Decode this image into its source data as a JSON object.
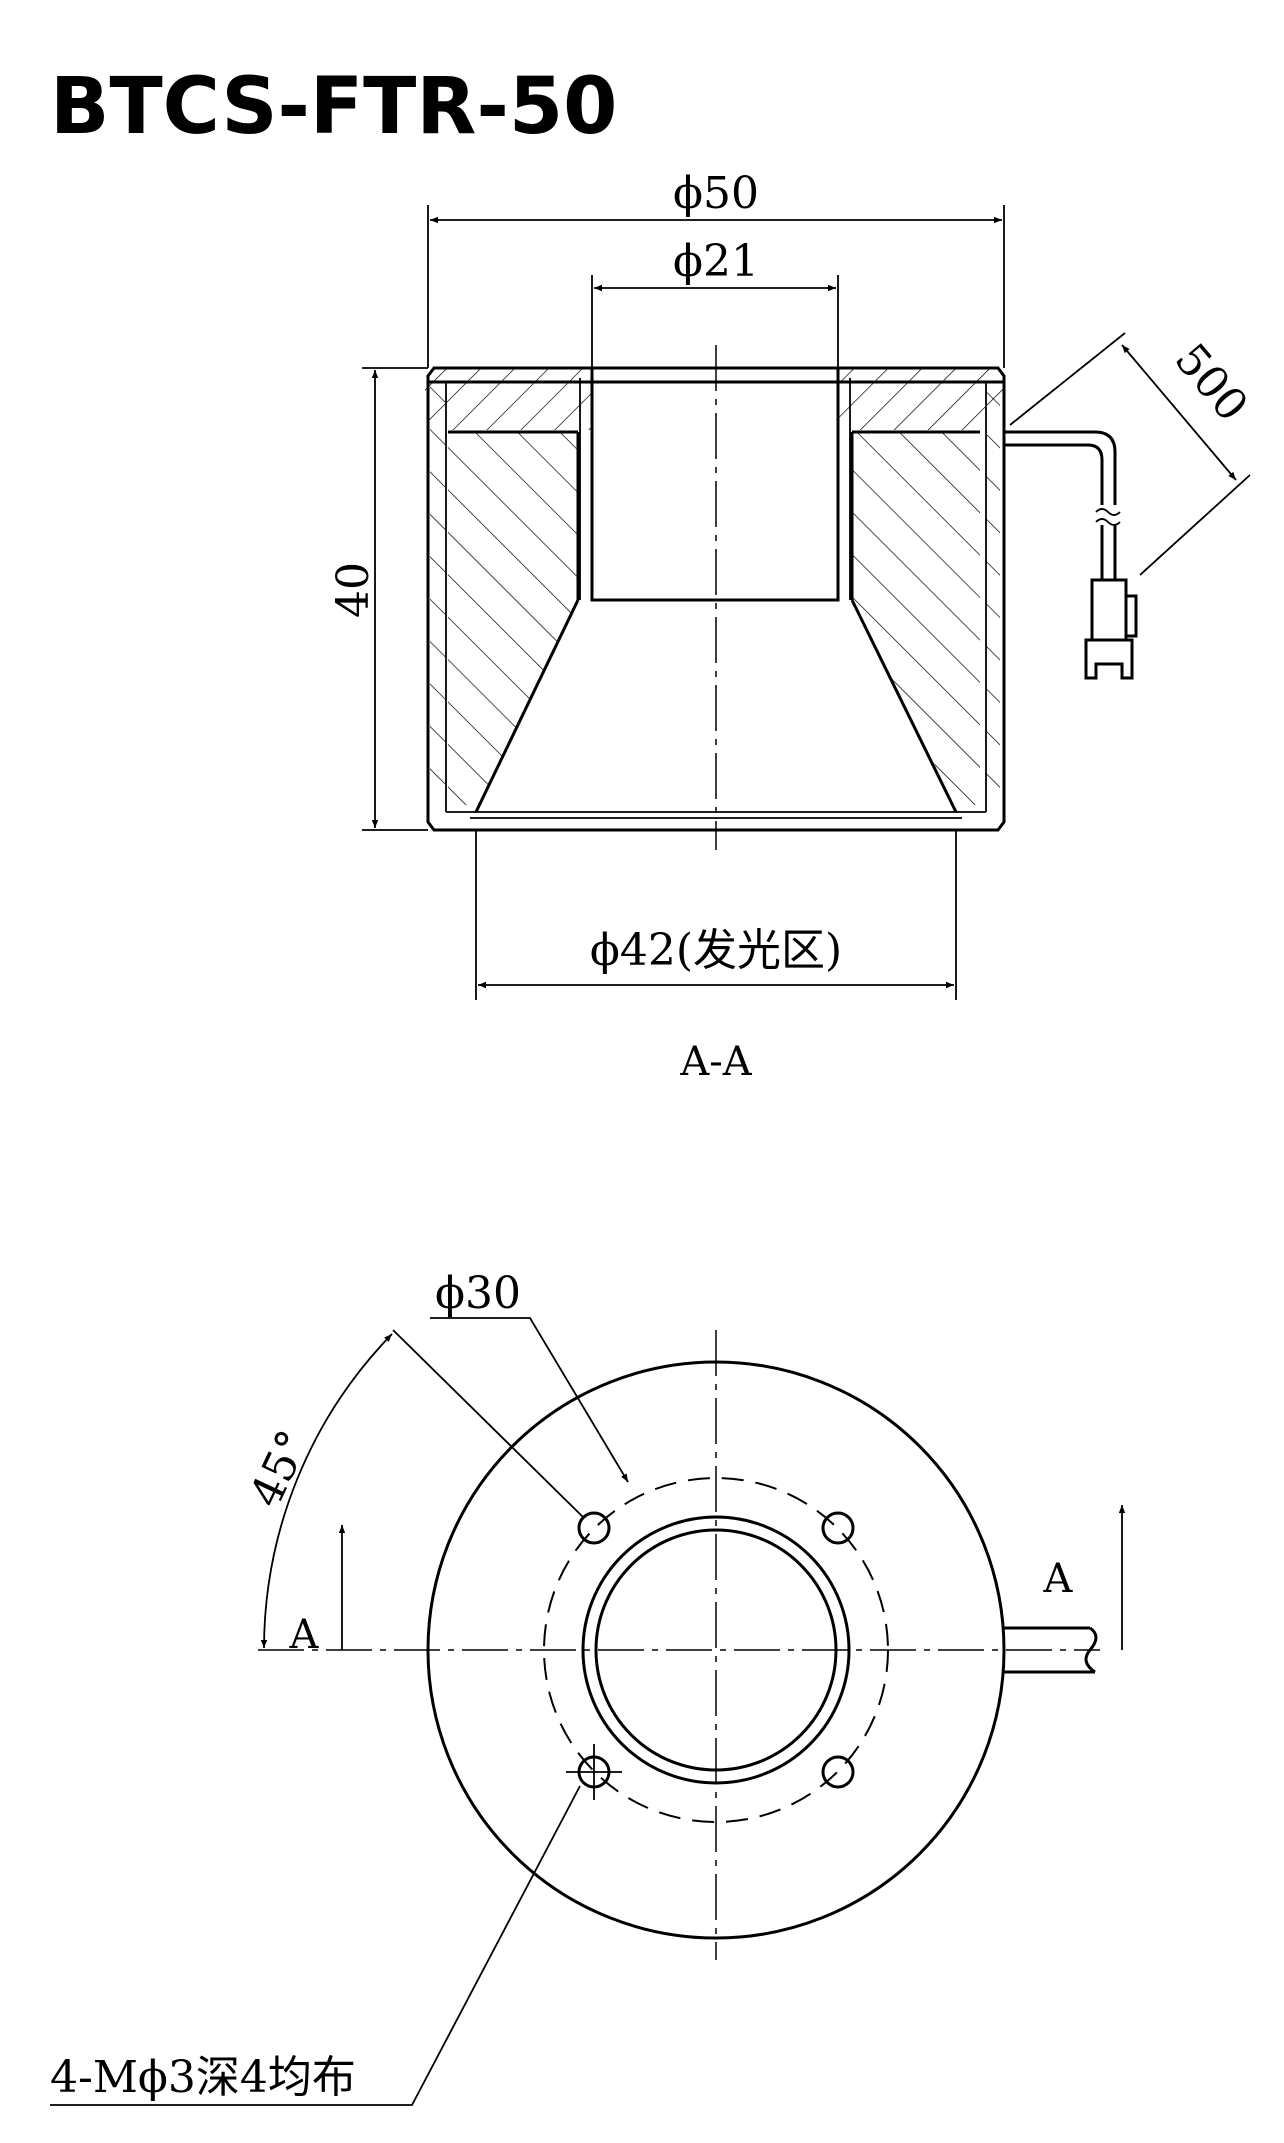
{
  "title": "BTCS-FTR-50",
  "section": {
    "outer_diameter_label": "ϕ50",
    "inner_diameter_label": "ϕ21",
    "height_label": "40",
    "cable_length_label": "500",
    "emitting_area_label": "ϕ42(发光区)",
    "section_name": "A-A"
  },
  "plan": {
    "pcd_label": "ϕ30",
    "angle_label": "45°",
    "cut_left_label": "A",
    "cut_right_label": "A",
    "holes_label": "4-Mϕ3深4均布"
  }
}
